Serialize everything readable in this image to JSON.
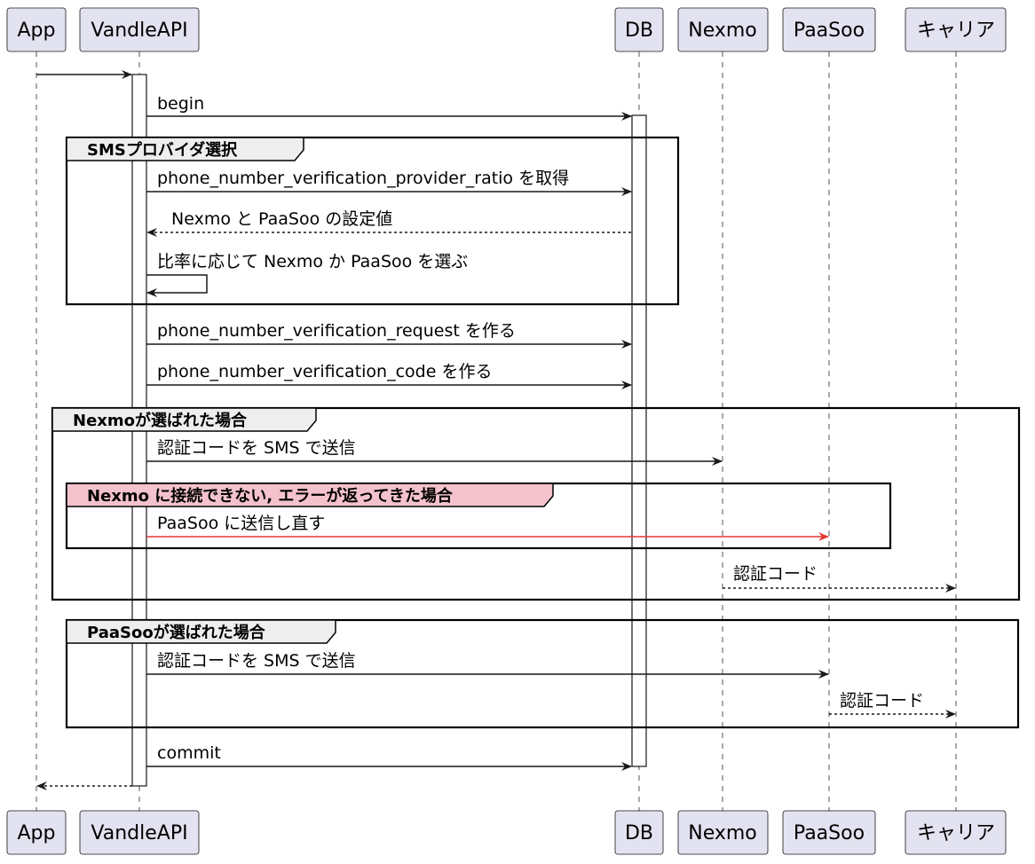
{
  "participants": [
    {
      "id": "app",
      "label": "App"
    },
    {
      "id": "api",
      "label": "VandleAPI"
    },
    {
      "id": "db",
      "label": "DB"
    },
    {
      "id": "nexmo",
      "label": "Nexmo"
    },
    {
      "id": "paasoo",
      "label": "PaaSoo"
    },
    {
      "id": "carrier",
      "label": "キャリア"
    }
  ],
  "messages": {
    "begin": "begin",
    "get_ratio": "phone_number_verification_provider_ratio を取得",
    "ratio_return": "Nexmo と PaaSoo の設定値",
    "choose": "比率に応じて Nexmo か PaaSoo を選ぶ",
    "make_request": "phone_number_verification_request を作る",
    "make_code": "phone_number_verification_code を作る",
    "nexmo_send": "認証コードを SMS で送信",
    "paasoo_resend": "PaaSoo に送信し直す",
    "nexmo_code": "認証コード",
    "paasoo_send": "認証コードを SMS で送信",
    "paasoo_code": "認証コード",
    "commit": "commit"
  },
  "frames": {
    "sms_provider": "SMSプロバイダ選択",
    "nexmo_selected": "Nexmoが選ばれた場合",
    "nexmo_error": "Nexmo に接続できない, エラーが返ってきた場合",
    "paasoo_selected": "PaaSooが選ばれた場合"
  },
  "colors": {
    "participant_fill": "#e2e2f0",
    "error_frame_fill": "#f4c2cc",
    "frame_title_fill": "#eeeeee",
    "error_arrow": "#e53935"
  }
}
